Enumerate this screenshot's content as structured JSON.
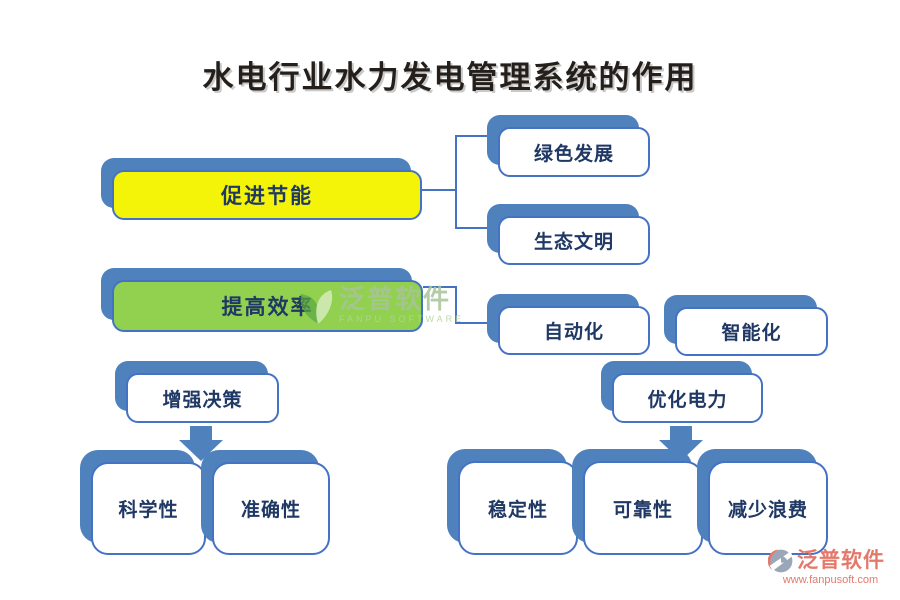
{
  "title": "水电行业水力发电管理系统的作用",
  "colors": {
    "shadow_blue": "#4f81bd",
    "border_blue": "#4472c4",
    "node_yellow": "#f4f409",
    "node_green": "#92d050",
    "label_navy": "#1f3864",
    "watermark_coral": "#e4796b",
    "watermark_green": "#a9c49a",
    "background": "#ffffff"
  },
  "nodes": {
    "cujin_jieneng": {
      "label": "促进节能"
    },
    "tigao_xiaolv": {
      "label": "提高效率"
    },
    "lvse_fazhan": {
      "label": "绿色发展"
    },
    "shengtai_wenming": {
      "label": "生态文明"
    },
    "zidonghua": {
      "label": "自动化"
    },
    "zhinenghua": {
      "label": "智能化"
    },
    "zengqiang_juece": {
      "label": "增强决策"
    },
    "youhua_dianli": {
      "label": "优化电力"
    },
    "kexuexing": {
      "label": "科学性"
    },
    "zhunquexing": {
      "label": "准确性"
    },
    "wendingxing": {
      "label": "稳定性"
    },
    "kekaoxing": {
      "label": "可靠性"
    },
    "jianshao_langfei": {
      "label": "减少浪费"
    }
  },
  "watermark_center": {
    "logo": "fanpu-leaf-logo",
    "brand": "泛普软件",
    "subtitle": "FANPU SOFTWARE"
  },
  "watermark_corner": {
    "logo": "fanpu-circle-logo",
    "brand": "泛普软件",
    "url": "www.fanpusoft.com"
  }
}
